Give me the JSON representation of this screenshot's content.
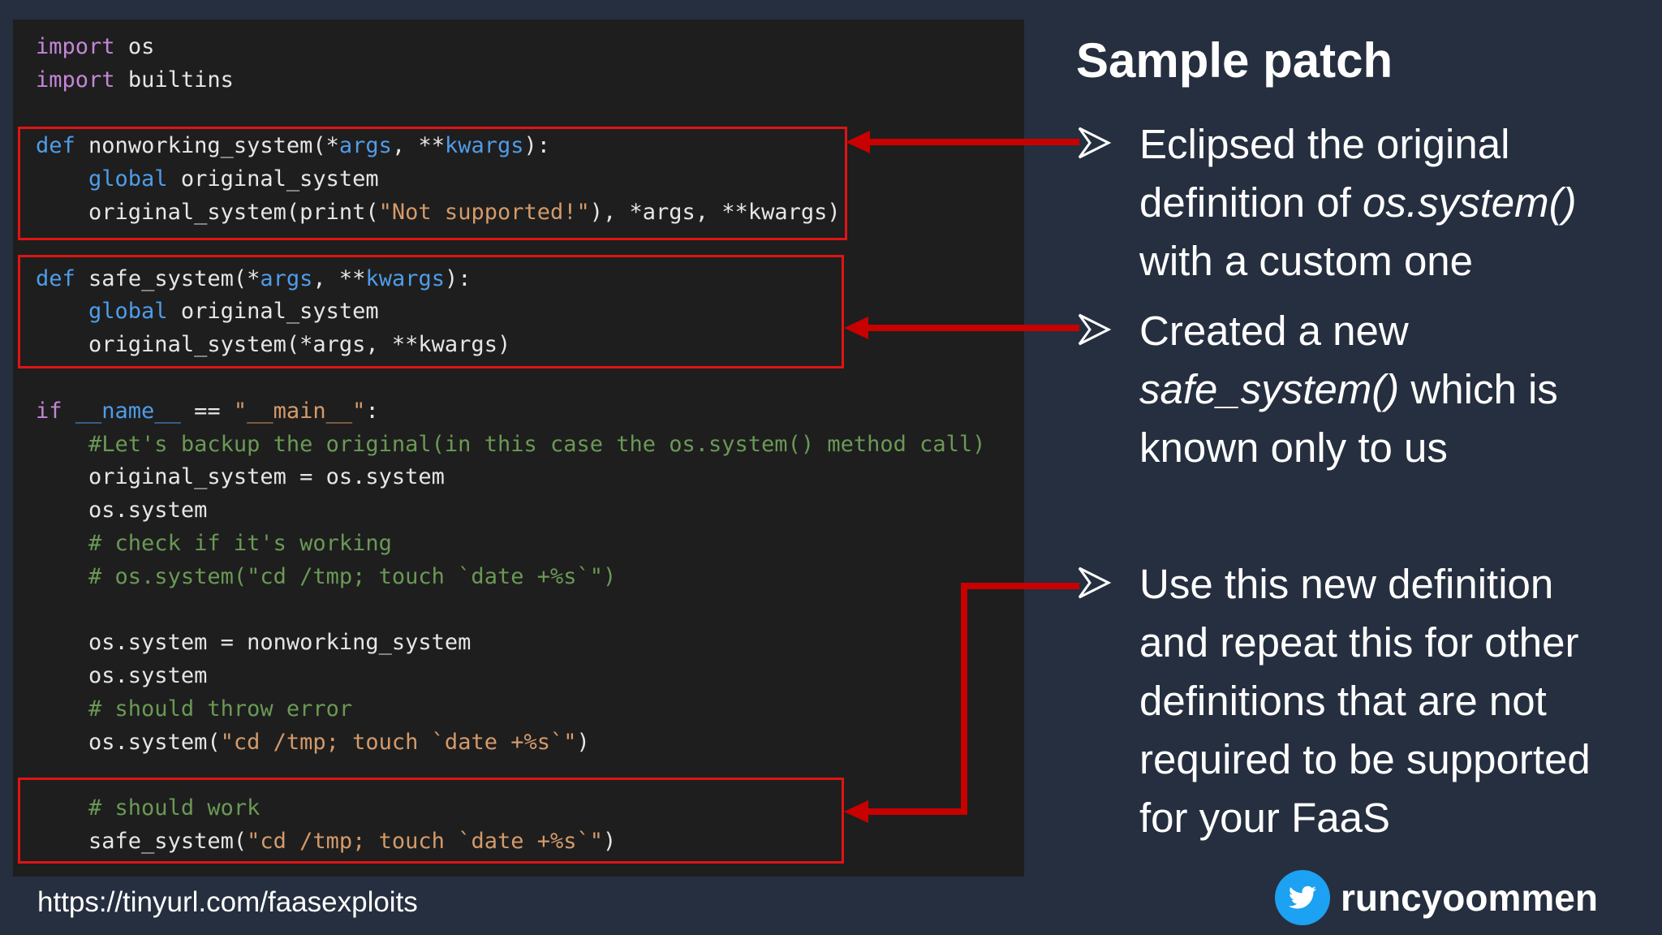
{
  "code": {
    "l1": [
      "import",
      "os"
    ],
    "l2": [
      "import",
      "builtins"
    ],
    "l3": [
      "def",
      "nonworking_system(*",
      "args",
      ", **",
      "kwargs",
      "):"
    ],
    "l4": [
      "global",
      "original_system"
    ],
    "l5": [
      "original_system(print(",
      "\"Not supported!\"",
      "), *args, **kwargs)"
    ],
    "l6": [
      "def",
      "safe_system(*",
      "args",
      ", **",
      "kwargs",
      "):"
    ],
    "l7": [
      "global",
      "original_system"
    ],
    "l8": "original_system(*args, **kwargs)",
    "l9": [
      "if",
      "__name__",
      "==",
      "\"__main__\"",
      ":"
    ],
    "l10": "#Let's backup the original(in this case the os.system() method call)",
    "l11": "original_system = os.system",
    "l12": "os.system",
    "l13": "# check if it's working",
    "l14": "# os.system(\"cd /tmp; touch `date +%s`\")",
    "l15": "os.system = nonworking_system",
    "l16": "os.system",
    "l17": "# should throw error",
    "l18": [
      "os.system(",
      "\"cd /tmp; touch `date +%s`\"",
      ")"
    ],
    "l19": "# should work",
    "l20": [
      "safe_system(",
      "\"cd /tmp; touch `date +%s`\"",
      ")"
    ]
  },
  "slide": {
    "title": "Sample patch",
    "bullet1": {
      "a": "Eclipsed the original definition of ",
      "b": "os.system()",
      "c": " with a custom one"
    },
    "bullet2": {
      "a": "Created a new ",
      "b": "safe_system()",
      "c": " which is known only to us"
    },
    "bullet3": "Use this new definition and repeat this for other definitions that are not required to be supported for your FaaS"
  },
  "footer": {
    "url": "https://tinyurl.com/faasexploits",
    "twitter_handle": "runcyoommen",
    "twitter_icon": "twitter-bird-icon"
  },
  "colors": {
    "background": "#262f3f",
    "code_bg": "#1e1e1e",
    "highlight": "#e01414",
    "keyword": "#c386d6",
    "builtin": "#4f9ce8",
    "string": "#d49a6a",
    "comment": "#6a9955"
  }
}
